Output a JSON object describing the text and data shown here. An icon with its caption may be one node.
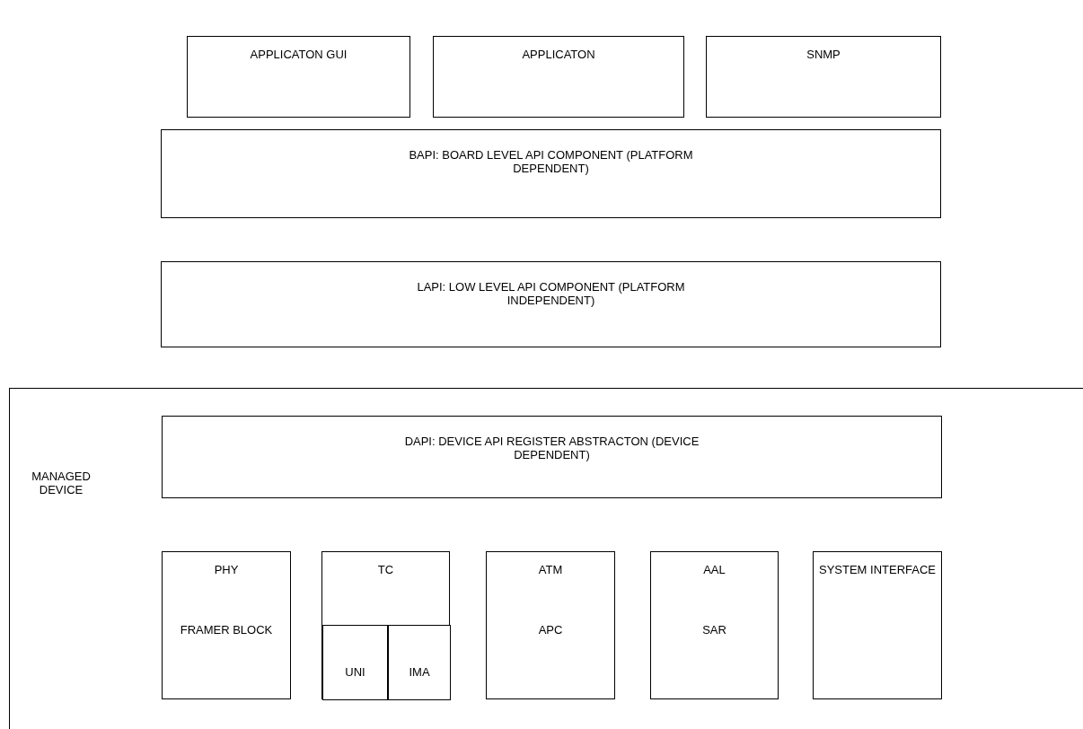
{
  "diagram": {
    "nodes": [
      {
        "text": [
          "APPLICATON GUI"
        ]
      },
      {
        "text": [
          "APPLICATON"
        ]
      },
      {
        "text": [
          "SNMP"
        ]
      },
      {
        "text": [
          "BAPI: BOARD LEVEL API COMPONENT (PLATFORM DEPENDENT)"
        ]
      },
      {
        "text": [
          "LAPI: LOW LEVEL API COMPONENT (PLATFORM INDEPENDENT)"
        ]
      },
      {
        "text": [
          "MANAGED DEVICE"
        ]
      },
      {
        "text": [
          "DAPI: DEVICE API REGISTER ABSTRACTON (DEVICE DEPENDENT)"
        ],
        "in": 5
      },
      {
        "text": [
          "PHY",
          "FRAMER BLOCK"
        ],
        "in": 5
      },
      {
        "text": [
          "TC"
        ],
        "in": 5
      },
      {
        "text": [
          "UNI"
        ],
        "in": 8
      },
      {
        "text": [
          "IMA"
        ],
        "in": 8
      },
      {
        "text": [
          "ATM",
          "APC"
        ],
        "in": 5
      },
      {
        "text": [
          "AAL",
          "SAR"
        ],
        "in": 5
      },
      {
        "text": [
          "SYSTEM INTERFACE"
        ],
        "in": 5
      }
    ],
    "edges": []
  }
}
